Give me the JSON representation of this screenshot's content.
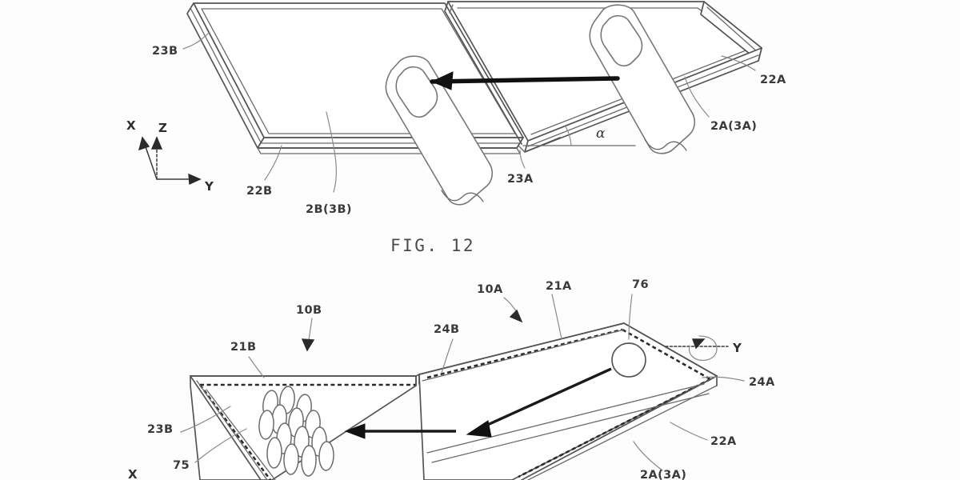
{
  "document": {
    "type": "patent-drawing-sheet",
    "background_color": "#fdfdfd",
    "ink_color": "#555555",
    "label_color": "#3a3a3a"
  },
  "figures": [
    {
      "id": "fig-12",
      "caption": "FIG. 12",
      "angle_symbol": "α",
      "axis_indicator": {
        "x_label": "X",
        "y_label": "Y",
        "z_label": "Z"
      },
      "labels": [
        {
          "id": "f12-23B",
          "text": "23B"
        },
        {
          "id": "f12-22B",
          "text": "22B"
        },
        {
          "id": "f12-2B3B",
          "text": "2B(3B)"
        },
        {
          "id": "f12-23A",
          "text": "23A"
        },
        {
          "id": "f12-22A",
          "text": "22A"
        },
        {
          "id": "f12-2A3A",
          "text": "2A(3A)"
        }
      ]
    },
    {
      "id": "fig-13",
      "caption": "",
      "rotation_axis_label": "Y",
      "axis_indicator": {
        "x_label": "X"
      },
      "labels": [
        {
          "id": "f13-10B",
          "text": "10B"
        },
        {
          "id": "f13-21B",
          "text": "21B"
        },
        {
          "id": "f13-23B",
          "text": "23B"
        },
        {
          "id": "f13-75",
          "text": "75"
        },
        {
          "id": "f13-24B",
          "text": "24B"
        },
        {
          "id": "f13-10A",
          "text": "10A"
        },
        {
          "id": "f13-21A",
          "text": "21A"
        },
        {
          "id": "f13-76",
          "text": "76"
        },
        {
          "id": "f13-24A",
          "text": "24A"
        },
        {
          "id": "f13-22A",
          "text": "22A"
        },
        {
          "id": "f13-2A3A",
          "text": "2A(3A)"
        }
      ]
    }
  ]
}
